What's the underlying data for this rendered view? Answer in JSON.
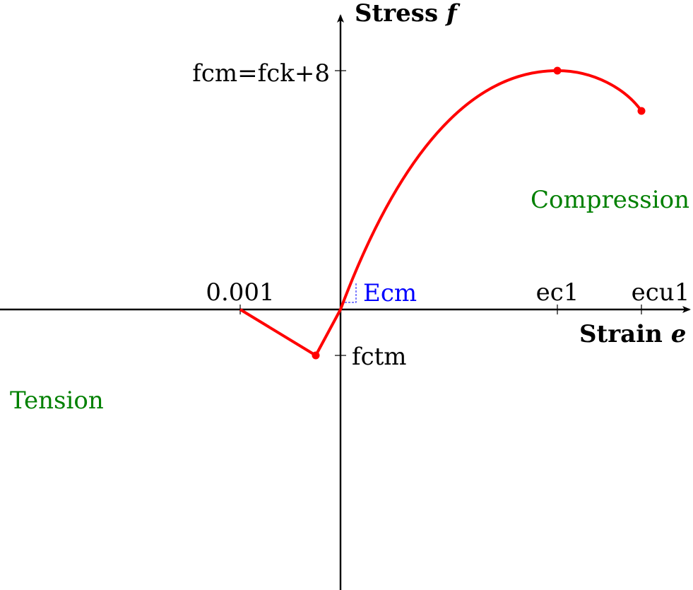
{
  "axes": {
    "y_label_main": "Stress",
    "y_label_symbol": "f",
    "x_label_main": "Strain",
    "x_label_symbol": "e"
  },
  "ticks": {
    "fcm": "fcm=fck+8",
    "fctm": "fctm",
    "tension_strain": "0.001",
    "ec1": "ec1",
    "ecu1": "ecu1"
  },
  "annotations": {
    "modulus": "Ecm",
    "compression_region": "Compression",
    "tension_region": "Tension"
  },
  "colors": {
    "curve": "#ff0000",
    "region_label": "#008000",
    "modulus_label": "#0000ff",
    "axis": "#000000"
  }
}
